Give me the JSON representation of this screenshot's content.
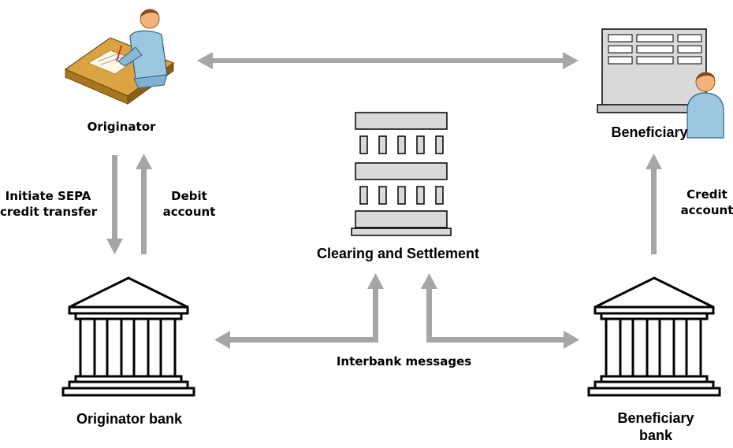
{
  "labels": {
    "originator": "Originator",
    "beneficiary": "Beneficiary",
    "clearing": "Clearing and Settlement",
    "originator_bank": "Originator bank",
    "beneficiary_bank_line1": "Beneficiary",
    "beneficiary_bank_line2": "bank",
    "initiate_line1": "Initiate SEPA",
    "initiate_line2": "credit transfer",
    "debit_line1": "Debit",
    "debit_line2": "account",
    "credit_line1": "Credit",
    "credit_line2": "account",
    "interbank": "Interbank messages"
  },
  "colors": {
    "arrow": "#a6a6a6",
    "bank_fill": "#ffffff",
    "bank_stroke": "#000000",
    "clearing_fill": "#d9d9d9",
    "person_blue": "#9cc7e0",
    "desk": "#d9a441"
  },
  "icons": {
    "originator": "person-at-desk-icon",
    "beneficiary": "person-with-form-icon",
    "clearing": "server-columns-icon",
    "bank": "bank-building-icon"
  }
}
